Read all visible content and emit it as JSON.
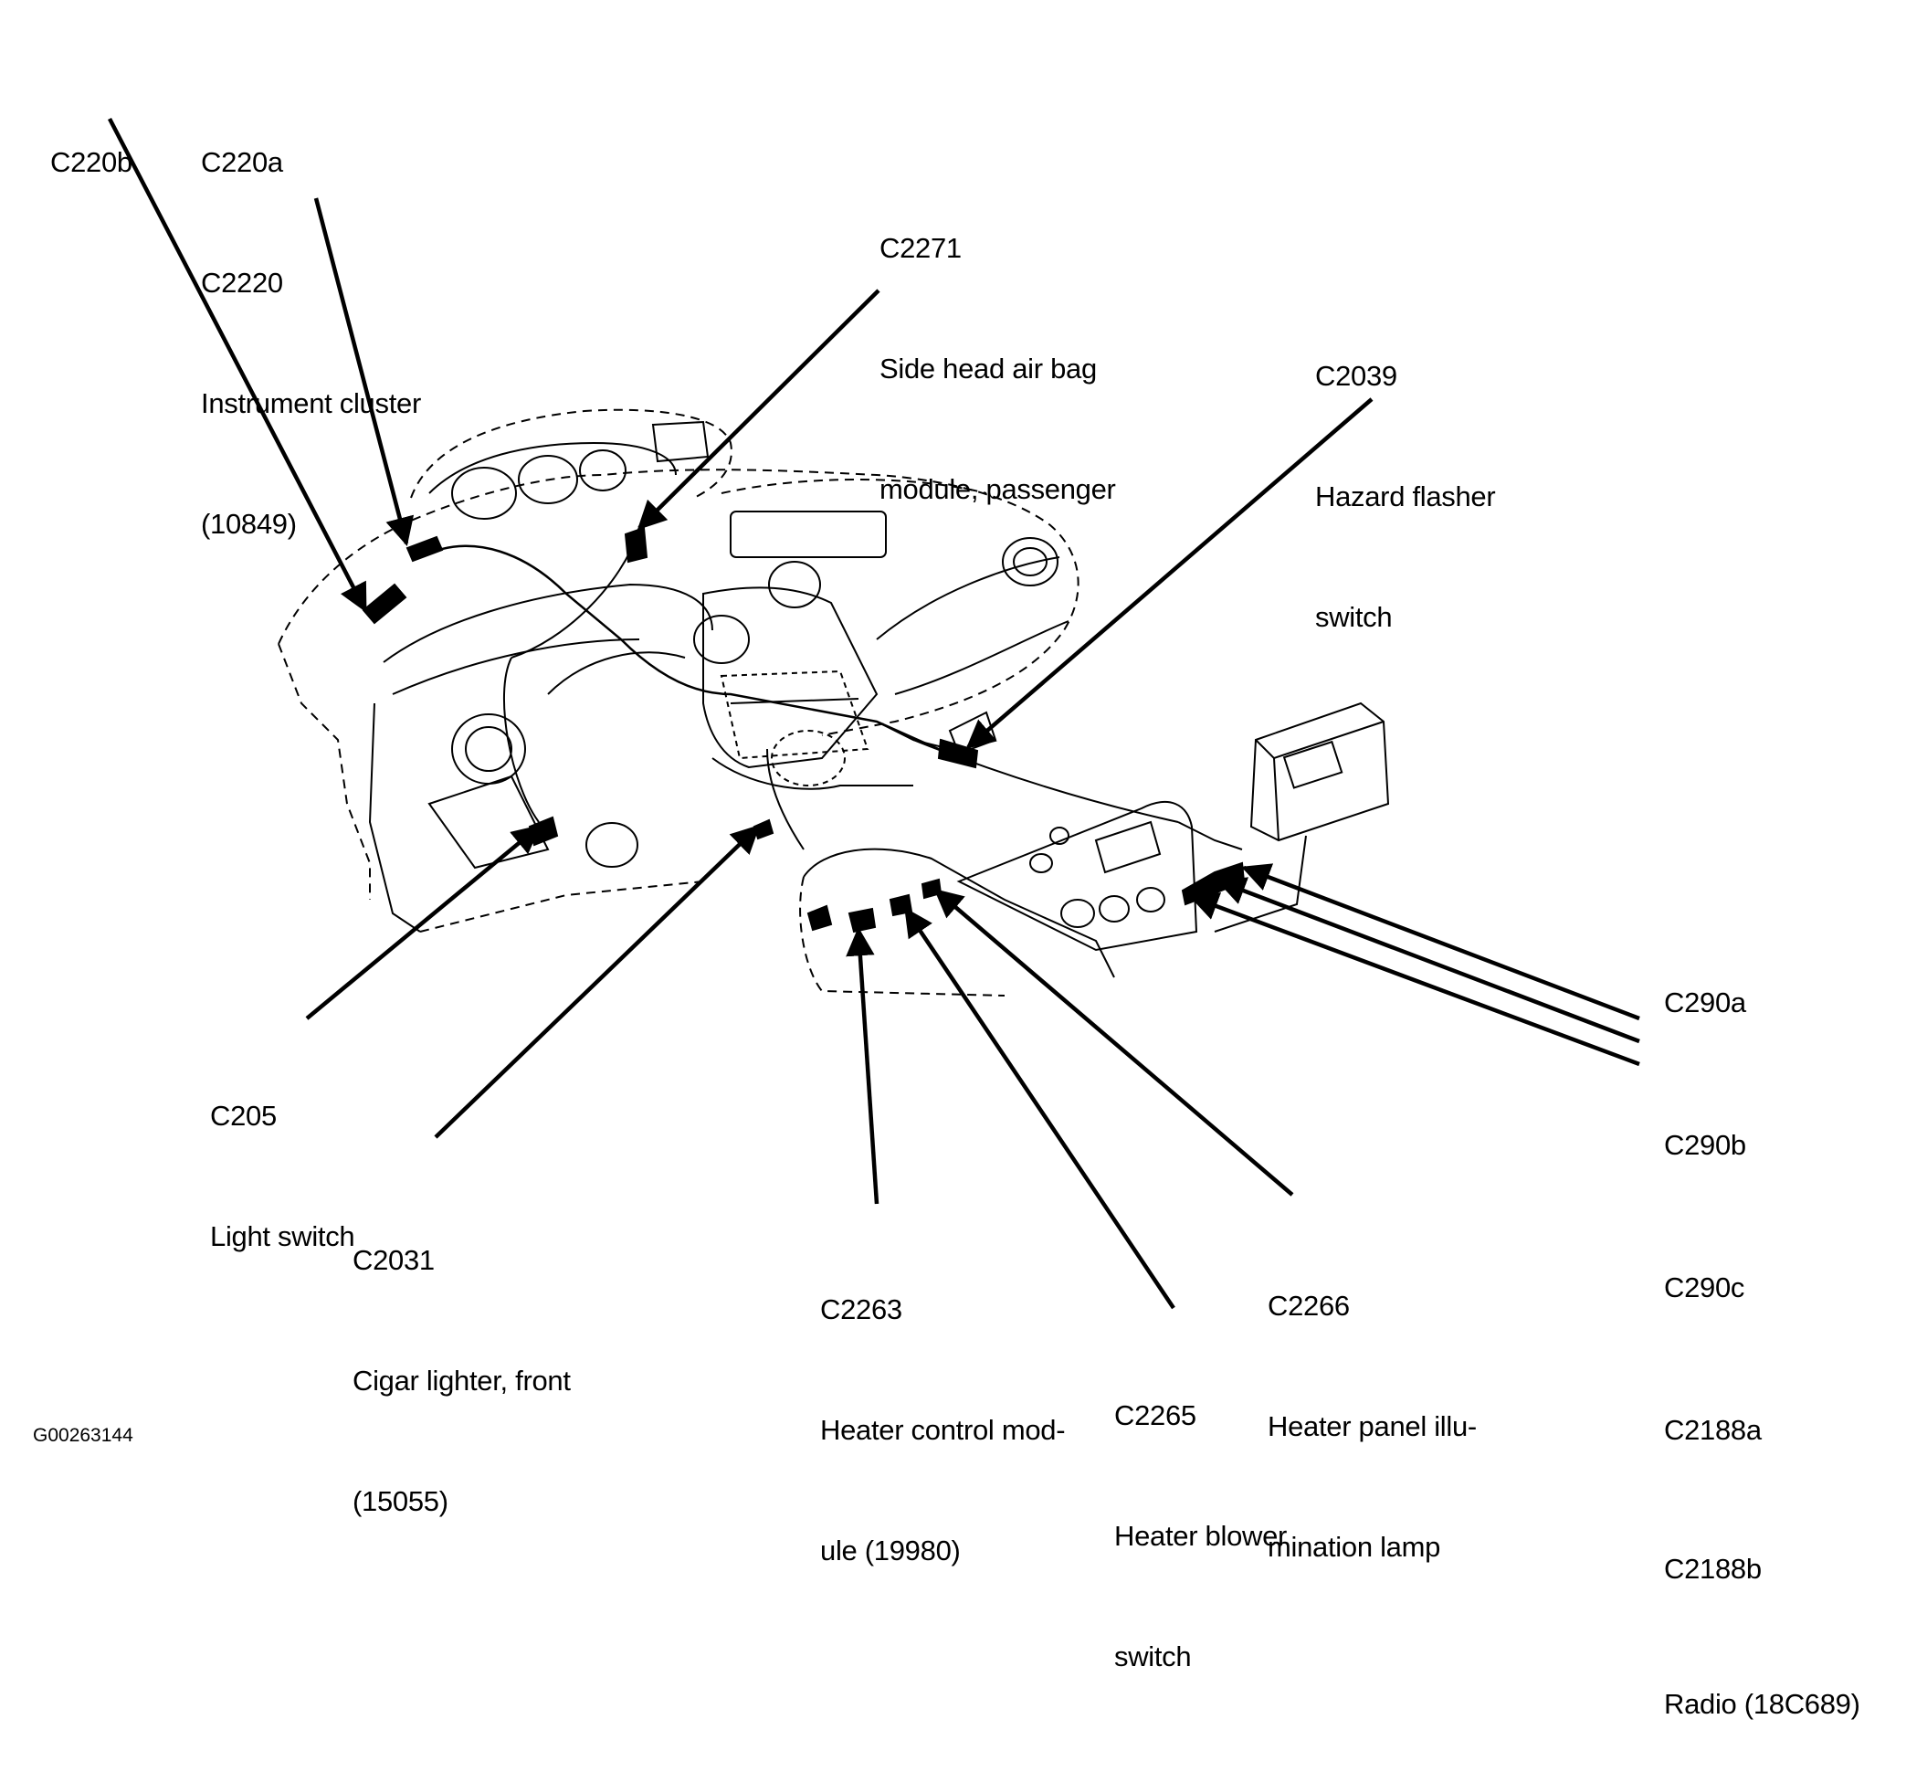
{
  "labels": {
    "c220b": [
      "C220b"
    ],
    "c220a": [
      "C220a",
      "C2220",
      "Instrument cluster",
      "(10849)"
    ],
    "c2271": [
      "C2271",
      "Side head air bag",
      "module, passenger"
    ],
    "c2039": [
      "C2039",
      "Hazard flasher",
      "switch"
    ],
    "c205": [
      "C205",
      "Light switch"
    ],
    "c2031": [
      "C2031",
      "Cigar lighter, front",
      "(15055)"
    ],
    "c2263": [
      "C2263",
      "Heater control mod-",
      "ule (19980)"
    ],
    "c2265": [
      "C2265",
      "Heater blower",
      "switch"
    ],
    "c2266": [
      "C2266",
      "Heater panel illu-",
      "mination lamp"
    ],
    "radio": [
      "C290a",
      "C290b",
      "C290c",
      "C2188a",
      "C2188b",
      "Radio (18C689)"
    ]
  },
  "figure_id": "G00263144",
  "colors": {
    "ink": "#000000",
    "background": "#ffffff"
  }
}
